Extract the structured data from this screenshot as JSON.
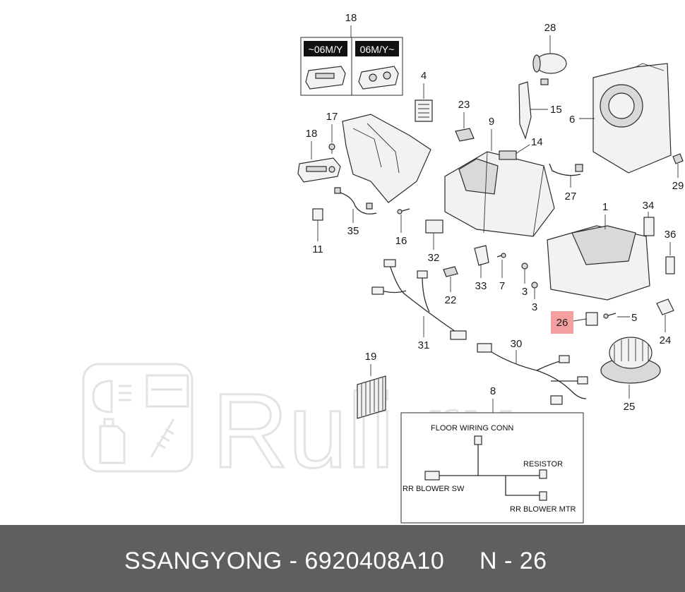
{
  "colors": {
    "footer_background": "#5f5f5f",
    "footer_text": "#ffffff",
    "highlight": "#f4a0a0",
    "watermark": "#e3e3e3"
  },
  "callouts": {
    "c18_top": "18",
    "c18_side": "18",
    "c28": "28",
    "c4": "4",
    "c23": "23",
    "c9": "9",
    "c15": "15",
    "c6": "6",
    "c17": "17",
    "c14": "14",
    "c29": "29",
    "c27": "27",
    "c35": "35",
    "c16": "16",
    "c11": "11",
    "c1": "1",
    "c34": "34",
    "c36": "36",
    "c32": "32",
    "c33": "33",
    "c7": "7",
    "c3a": "3",
    "c3b": "3",
    "c22": "22",
    "c26": "26",
    "c5": "5",
    "c24": "24",
    "c31": "31",
    "c30": "30",
    "c19": "19",
    "c25": "25",
    "c8": "8"
  },
  "variant_box": {
    "left_label": "~06M/Y",
    "right_label": "06M/Y~"
  },
  "wiring_box": {
    "floor_conn": "FLOOR WIRING CONN",
    "resistor": "RESISTOR",
    "blower_sw": "RR BLOWER SW",
    "blower_mtr": "RR BLOWER MTR"
  },
  "watermark": {
    "text": "Ruli.ru",
    "icons": [
      "headlight-icon",
      "car-door-icon",
      "oil-bottle-icon",
      "shock-absorber-icon"
    ]
  },
  "footer": {
    "text": "SSANGYONG - 6920408A10     N - 26"
  }
}
